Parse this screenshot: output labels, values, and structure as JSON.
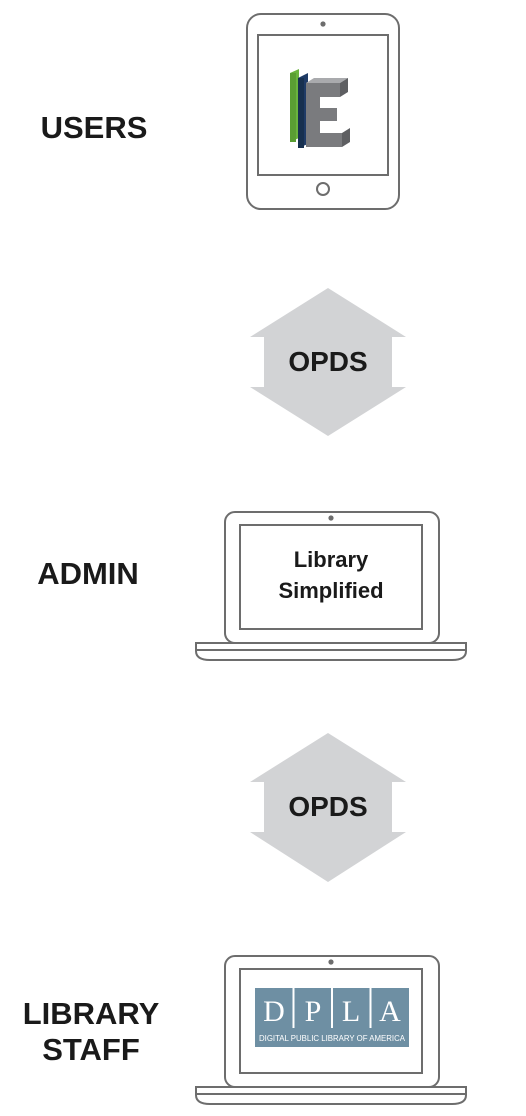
{
  "rows": {
    "users": {
      "label": "USERS"
    },
    "admin": {
      "label": "ADMIN",
      "screen_text_line1": "Library",
      "screen_text_line2": "Simplified"
    },
    "staff": {
      "label_line1": "LIBRARY",
      "label_line2": "STAFF"
    }
  },
  "connectors": [
    {
      "label": "OPDS"
    },
    {
      "label": "OPDS"
    }
  ],
  "dpla_logo": {
    "letters": [
      "D",
      "P",
      "L",
      "A"
    ],
    "tagline": "DIGITAL PUBLIC LIBRARY OF AMERICA"
  },
  "colors": {
    "device_stroke": "#6d6d6d",
    "arrow_fill": "#d2d3d5",
    "label_text": "#1a1a1a",
    "book_green": "#6ab43e",
    "book_navy": "#1f3b66",
    "book_gray": "#7a7b7e",
    "dpla_tile": "#6e8fa3"
  }
}
